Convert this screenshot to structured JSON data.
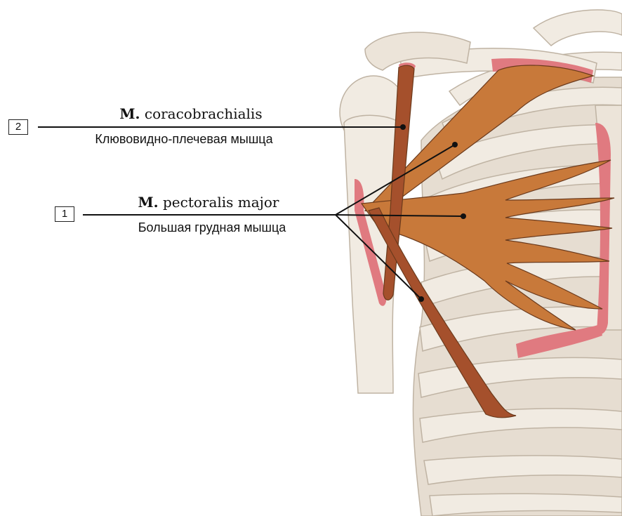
{
  "labels": [
    {
      "number": "2",
      "latin_prefix": "M.",
      "latin_name": "coracobrachialis",
      "russian": "Клювовидно-плечевая мышца"
    },
    {
      "number": "1",
      "latin_prefix": "M.",
      "latin_name": "pectoralis major",
      "russian": "Большая грудная мышца"
    }
  ],
  "colors": {
    "bone": "#f1ebe2",
    "bone_shadow": "#d9cfc2",
    "bone_outline": "#bfb3a3",
    "muscle_pectoral": "#c8793a",
    "muscle_coraco": "#a5502c",
    "muscle_outline": "#6b3a1c",
    "attachment": "#e07a80",
    "leader_line": "#111111"
  },
  "icons": {
    "diagram": "shoulder-ribcage-anatomy-illustration"
  }
}
